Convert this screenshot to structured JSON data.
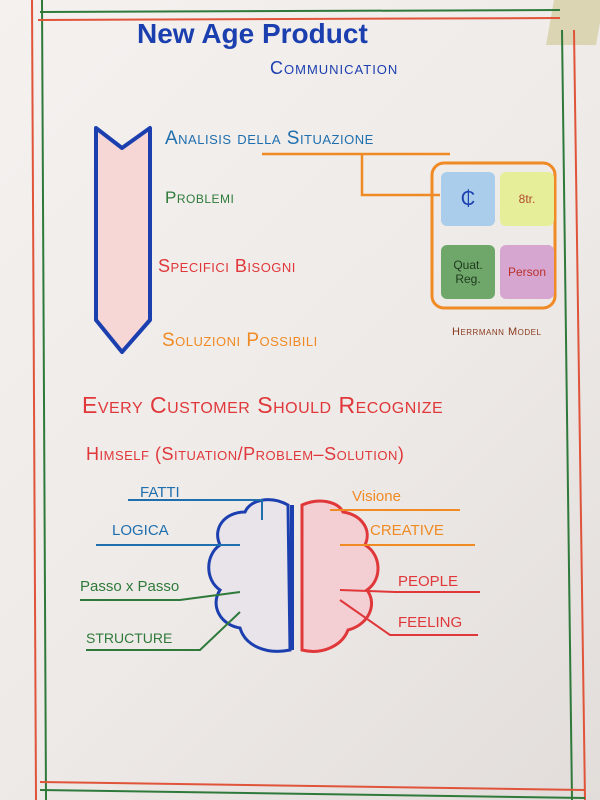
{
  "title": {
    "line1": "New Age Product",
    "line2": "Communication"
  },
  "steps": [
    "Analisis della Situazione",
    "Problemi",
    "Specifici Bisogni",
    "Soluzioni Possibili"
  ],
  "herrmann": {
    "cells": [
      "₵",
      "8tr.",
      "Quat. Reg.",
      "Person"
    ],
    "caption": "Herrmann Model"
  },
  "statement": {
    "line1": "Every Customer Should Recognize",
    "line2": "Himself (Situation/Problem–Solution)"
  },
  "left_brain": [
    "FATTI",
    "LOGICA",
    "Passo x Passo",
    "STRUCTURE"
  ],
  "right_brain": [
    "Visione",
    "CREATIVE",
    "PEOPLE",
    "FEELING"
  ]
}
